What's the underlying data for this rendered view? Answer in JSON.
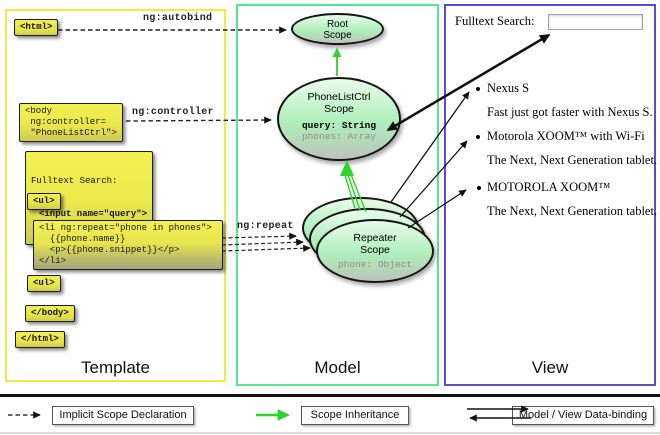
{
  "template": {
    "label": "Template",
    "boxes": {
      "html_open": "<html>",
      "body_open": "<body\n ng:controller=\n \"PhoneListCtrl\">",
      "fulltext_line1": "Fulltext Search:",
      "fulltext_line2": "<input name=\"query\">",
      "ul_open": "<ul>",
      "li_repeat": "<li ng:repeat=\"phone in phones\">\n  {{phone.name}}\n  <p>{{phone.snippet}}</p>\n</li>",
      "ul_close": "<ul>",
      "body_close": "</body>",
      "html_close": "</html>"
    }
  },
  "model": {
    "label": "Model",
    "root_scope": {
      "title": "Root\nScope"
    },
    "phonelist_scope": {
      "title": "PhoneListCtrl\nScope",
      "prop_query": "query: String",
      "prop_phones": "phones: Array"
    },
    "repeater_scope": {
      "title": "Repeater\nScope",
      "prop_phone": "phone: Object"
    }
  },
  "view": {
    "label": "View",
    "search_label": "Fulltext Search:",
    "search_value": "",
    "items": [
      {
        "title": "Nexus S",
        "desc": "Fast just got faster with Nexus S."
      },
      {
        "title": "Motorola XOOM™  with Wi-Fi",
        "desc": "The Next, Next Generation tablet."
      },
      {
        "title": "MOTOROLA XOOM™",
        "desc": "The Next, Next Generation tablet."
      }
    ]
  },
  "edge_labels": {
    "autobind": "ng:autobind",
    "controller": "ng:controller",
    "repeat": "ng:repeat"
  },
  "legend": {
    "items": [
      {
        "label": "Implicit Scope Declaration",
        "arrow": "dashed-black"
      },
      {
        "label": "Scope Inheritance",
        "arrow": "solid-green"
      },
      {
        "label": "Model / View Data-binding",
        "arrow": "double-black"
      }
    ]
  },
  "colors": {
    "template_border": "#f0ec3d",
    "model_border": "#57e593",
    "view_border": "#5b4ad8",
    "code_box_fill": "#f1ee4b",
    "scope_fill_top": "#e9fce9",
    "scope_fill_bottom": "#bcc3b8",
    "inheritance_arrow": "#2cd42c"
  }
}
